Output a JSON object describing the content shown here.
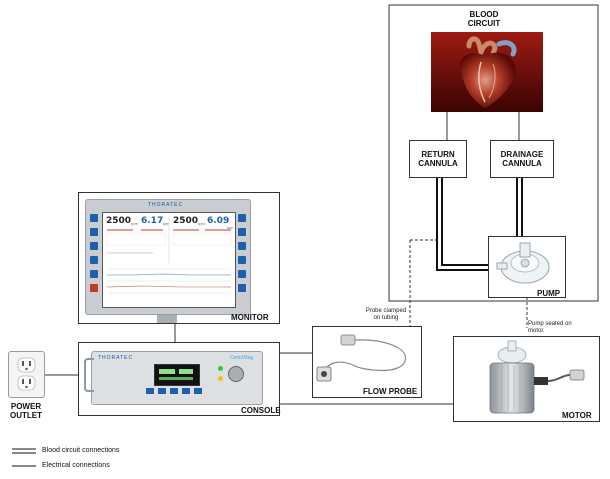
{
  "labels": {
    "blood_circuit_line1": "BLOOD",
    "blood_circuit_line2": "CIRCUIT",
    "return_cannula_line1": "RETURN",
    "return_cannula_line2": "CANNULA",
    "drainage_cannula_line1": "DRAINAGE",
    "drainage_cannula_line2": "CANNULA",
    "pump": "PUMP",
    "monitor": "MONITOR",
    "console": "CONSOLE",
    "flow_probe": "FLOW PROBE",
    "motor": "MOTOR",
    "power_outlet_line1": "POWER",
    "power_outlet_line2": "OUTLET"
  },
  "notes": {
    "probe_clamped_line1": "Probe clamped",
    "probe_clamped_line2": "on tubing",
    "pump_seated_line1": "Pump seated on",
    "pump_seated_line2": "motor."
  },
  "legend": {
    "blood_circuit": "Blood circuit connections",
    "electrical": "Electrical connections"
  },
  "monitor_screen": {
    "brand": "THORATEC",
    "value1": "2500",
    "value1_unit": "rpm",
    "value2": "6.17",
    "value2_unit": "lpm",
    "value3": "2500",
    "value3_unit": "rpm",
    "value4": "6.09",
    "value4_unit": "lpm"
  },
  "console_device": {
    "brand": "THORATEC",
    "tag": "CentriMag"
  },
  "colors": {
    "monitor_bezel": "#c9cdd1",
    "console_body": "#dde0e3",
    "screen_blue": "#1f5fae",
    "heart_red": "#9e1b12"
  }
}
